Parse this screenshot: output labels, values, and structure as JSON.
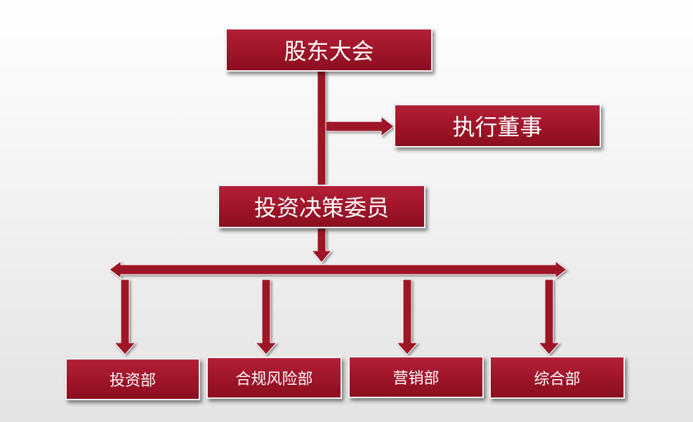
{
  "diagram": {
    "top": "股东大会",
    "side": "执行董事",
    "middle": "投资决策委员",
    "departments": [
      "投资部",
      "合规风险部",
      "营销部",
      "综合部"
    ]
  },
  "colors": {
    "box_fill": "#9e1428",
    "arrow": "#9e1428",
    "border": "#f2f2f2",
    "text": "#ffffff"
  }
}
